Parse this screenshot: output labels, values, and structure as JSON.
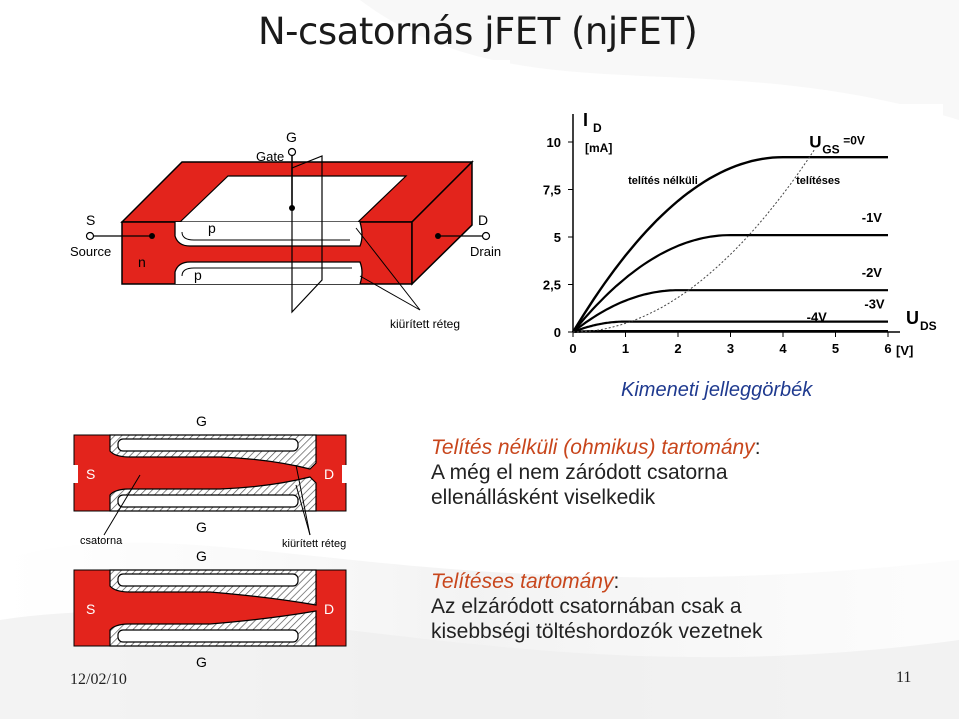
{
  "title": "N-csatornás jFET (njFET)",
  "top_figure": {
    "gate_letter": "G",
    "gate_word": "Gate",
    "source_letter": "S",
    "source_word": "Source",
    "drain_letter": "D",
    "drain_word": "Drain",
    "p_top": "p",
    "p_bottom": "p",
    "n_label": "n",
    "depletion": "kiürített réteg"
  },
  "chart_data": {
    "type": "line",
    "ylabel_main": "I",
    "ylabel_sub": "D",
    "yunit": "[mA]",
    "xlabel_main": "U",
    "xlabel_sub": "DS",
    "xunit": "[V]",
    "xlim": [
      0,
      6
    ],
    "ylim": [
      0,
      10
    ],
    "xticks": [
      "0",
      "1",
      "2",
      "3",
      "4",
      "5",
      "6"
    ],
    "yticks": [
      "0",
      "2,5",
      "5",
      "7,5",
      "10"
    ],
    "region_ohmic": "telítés nélküli",
    "region_saturation": "telítéses",
    "series_labels": [
      {
        "main": "U",
        "sub": "GS",
        "suffix": "=0V"
      },
      {
        "text": "-1V"
      },
      {
        "text": "-2V"
      },
      {
        "text": "-3V"
      },
      {
        "text": "-4V"
      }
    ],
    "series": [
      {
        "saturation": 9.2,
        "knee": 4.0
      },
      {
        "saturation": 5.1,
        "knee": 3.0
      },
      {
        "saturation": 2.2,
        "knee": 2.0
      },
      {
        "saturation": 0.55,
        "knee": 1.0
      },
      {
        "saturation": 0.05,
        "knee": 0.5
      }
    ]
  },
  "caption": "Kimeneti jelleggörbék",
  "bottom_figure": {
    "g_top1": "G",
    "g_mid1": "G",
    "g_mid2": "G",
    "g_bottom2": "G",
    "s1": "S",
    "d1": "D",
    "s2": "S",
    "d2": "D",
    "channel": "csatorna",
    "depletion": "kiürített réteg"
  },
  "text": {
    "ohmic_heading": "Telítés nélküli (ohmikus) tartomány",
    "colon": ":",
    "ohmic_line1": "A még el nem záródott csatorna",
    "ohmic_line2": "ellenállásként viselkedik",
    "sat_heading": "Telítéses tartomány",
    "sat_line1": "Az elzáródott csatornában csak a",
    "sat_line2": "kisebbségi töltéshordozók vezetnek"
  },
  "footer": {
    "date": "12/02/10",
    "page": "11"
  },
  "colors": {
    "red": "#e3241c",
    "heading_orange": "#c8461c",
    "caption_blue": "#1f3a8f"
  }
}
